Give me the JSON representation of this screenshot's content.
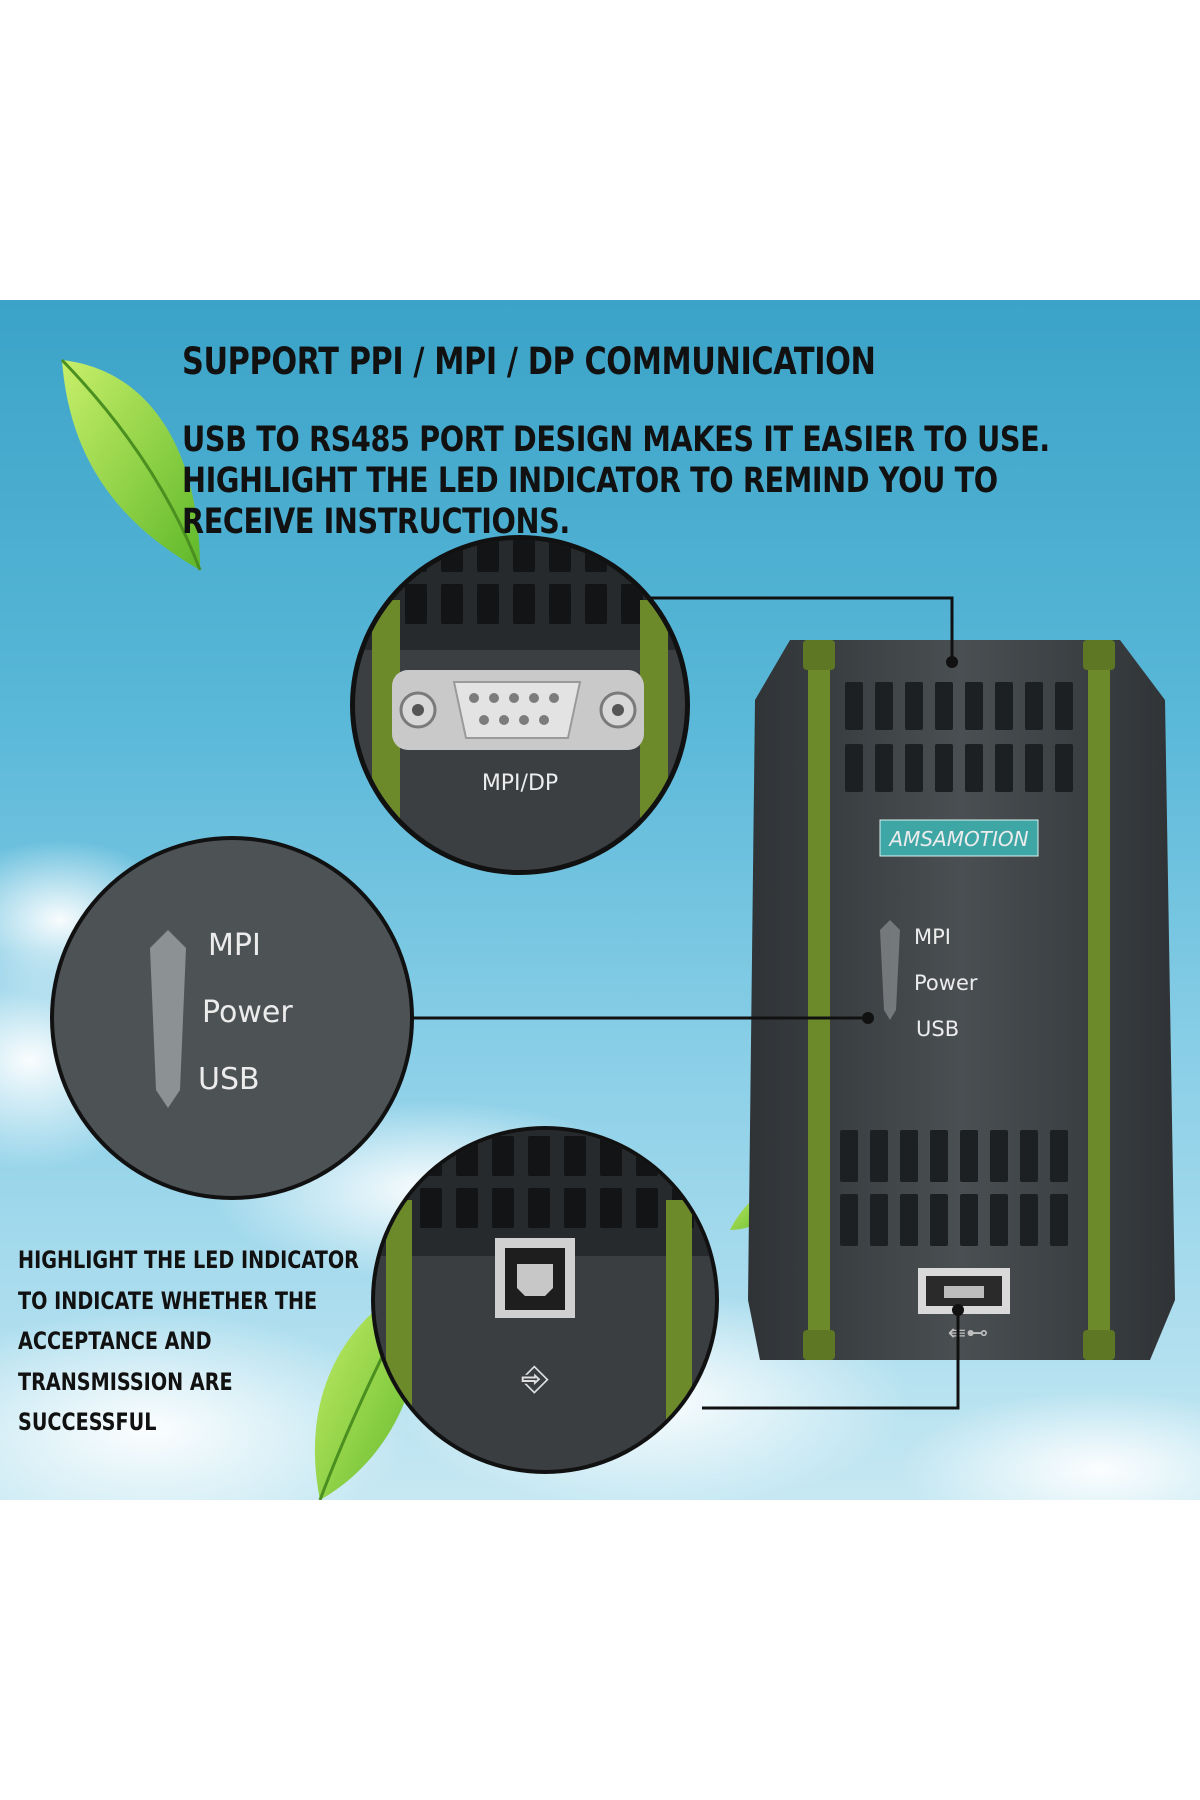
{
  "headline": {
    "title": "SUPPORT PPI / MPI / DP COMMUNICATION",
    "body": "USB TO RS485 PORT DESIGN MAKES IT EASIER TO USE. HIGHLIGHT THE LED INDICATOR TO REMIND YOU TO RECEIVE INSTRUCTIONS."
  },
  "side_note": "HIGHLIGHT THE LED INDICATOR TO INDICATE WHETHER THE ACCEPTANCE AND TRANSMISSION ARE SUCCESSFUL",
  "device": {
    "brand": "AMSAMOTION",
    "leds": [
      "MPI",
      "Power",
      "USB"
    ]
  },
  "callouts": {
    "port_label": "MPI/DP",
    "leds": [
      "MPI",
      "Power",
      "USB"
    ]
  },
  "colors": {
    "sky_top": "#3ba3c8",
    "housing": "#44484b",
    "accent_green": "#6d8a2a",
    "brand_badge": "#3fa6a6"
  },
  "icons": [
    "leaf-icon",
    "db9-connector-icon",
    "usb-b-port-icon",
    "usb-symbol-icon"
  ]
}
